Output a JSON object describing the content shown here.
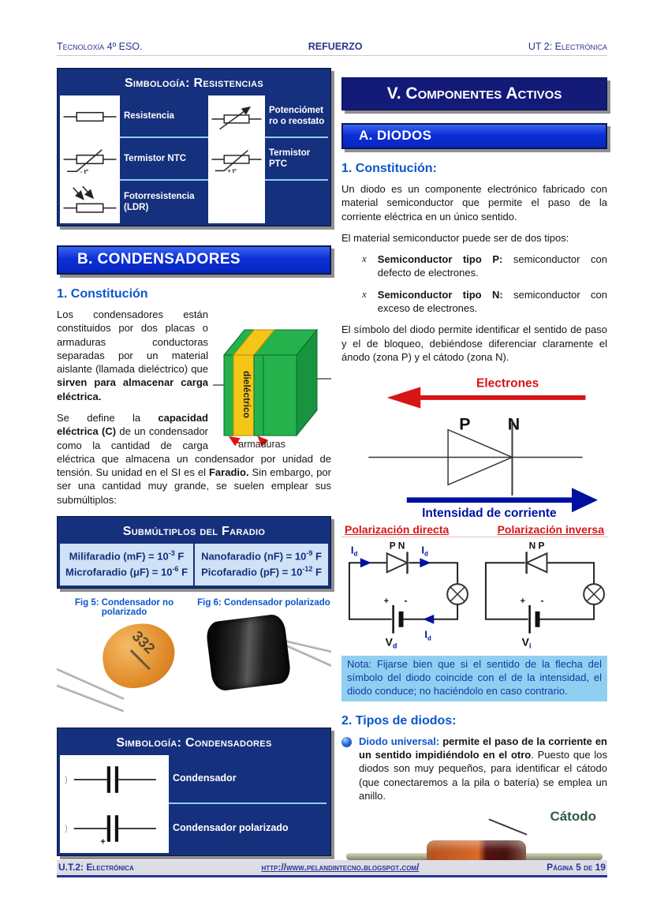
{
  "page": {
    "header": {
      "left": "Tecnoloxía 4º ESO.",
      "center": "REFUERZO",
      "right": "UT 2: Electrónica"
    },
    "footer": {
      "left": "U.T.2: Electrónica",
      "center": "http://www.pelandintecno.blogspot.com/",
      "right": "Página 5 de 19"
    }
  },
  "colors": {
    "navy": "#15307c",
    "bright_blue_banner": "#0c2fd6",
    "heading_blue": "#0b56cc",
    "red": "#d81616",
    "current_blue": "#0010a0",
    "nota_bg": "#8fd0f2",
    "faradio_bg": "#cfe2f6",
    "catodo_green": "#2f5a40"
  },
  "left": {
    "resistencias": {
      "title": "Simbología: Resistencias",
      "labels": [
        "Resistencia",
        "Potenciómetro o reostato",
        "Termistor NTC",
        "Termistor PTC",
        "Fotorresistencia (LDR)"
      ],
      "ntc_note": "- tº",
      "ptc_note": "+ tº"
    },
    "banner": "B. CONDENSADORES",
    "h1": "1.  Constitución",
    "p1a": "Los condensadores están constituidos por dos placas o armaduras conductoras separadas por un material aislante (llamada dieléctrico) que ",
    "p1b": "sirven para almacenar carga eléctrica.",
    "cap_diagram": {
      "dielectric": "dieléctrico",
      "plates": "armaduras"
    },
    "p2a": "Se define la ",
    "p2b": "capacidad eléctrica (C)",
    "p2c": " de un condensador como la cantidad de carga eléctrica que almacena un condensador por unidad de tensión. Su unidad en el SI es el ",
    "p2d": "Faradio.",
    "p2e": " Sin embargo, por ser una cantidad muy grande, se suelen emplear sus submúltiplos:",
    "faradio": {
      "title": "Submúltiplos del Faradio",
      "cells": [
        {
          "base": "Milifaradio (mF) = 10",
          "exp": "-3",
          "unit": " F"
        },
        {
          "base": "Microfaradio (μF) = 10",
          "exp": "-6",
          "unit": " F"
        },
        {
          "base": "Nanofaradio (nF) = 10",
          "exp": "-9",
          "unit": " F"
        },
        {
          "base": "Picofaradio (pF) = 10",
          "exp": "-12",
          "unit": " F"
        }
      ]
    },
    "fig5": "Fig 5: Condensador no polarizado",
    "fig6": "Fig 6: Condensador polarizado",
    "cap332": "332",
    "condensadores": {
      "title": "Simbología: Condensadores",
      "labels": [
        "Condensador",
        "Condensador polarizado"
      ],
      "paren": ")",
      "plus": "+"
    }
  },
  "right": {
    "banner_main": "V. Componentes Activos",
    "banner_a": "A. DIODOS",
    "h1": "1. Constitución:",
    "p1": "Un diodo es un componente electrónico fabricado con material semiconductor que permite el paso de la corriente eléctrica en un único sentido.",
    "p2": "El material semiconductor puede ser de dos tipos:",
    "bullet_marker": "x",
    "b1_bold": "Semiconductor tipo P:",
    "b1_rest": " semiconductor con defecto de electrones.",
    "b2_bold": "Semiconductor tipo N:",
    "b2_rest": " semiconductor con exceso de electrones.",
    "p3": "El símbolo del diodo permite identificar el sentido de paso y el de bloqueo, debiéndose diferenciar claramente el ánodo (zona P) y el cátodo (zona N).",
    "diagram": {
      "electrons": "Electrones",
      "p": "P",
      "n": "N",
      "current": "Intensidad de corriente"
    },
    "directa": "Polarización directa",
    "inversa": "Polarización inversa",
    "circuit": {
      "pn": "P N",
      "np": "N P",
      "i": "I",
      "i_sub": "d",
      "vd": "V",
      "vd_sub": "d",
      "vi": "V",
      "vi_sub": "i",
      "plus": "+",
      "minus": "-"
    },
    "nota": "Nota: Fijarse bien que si el sentido de la flecha del símbolo del diodo coincide con el de la intensidad, el diodo conduce; no haciéndolo en caso contrario.",
    "h2": "2. Tipos de diodos:",
    "du_bold_blue": "Diodo universal:",
    "du_bold_black": " permite el paso de la corriente en un sentido impidiéndolo en el otro",
    "du_rest": ". Puesto que los diodos son muy pequeños, para identificar el cátodo (que conectaremos a la pila o batería) se emplea un anillo.",
    "catodo": "Cátodo"
  }
}
